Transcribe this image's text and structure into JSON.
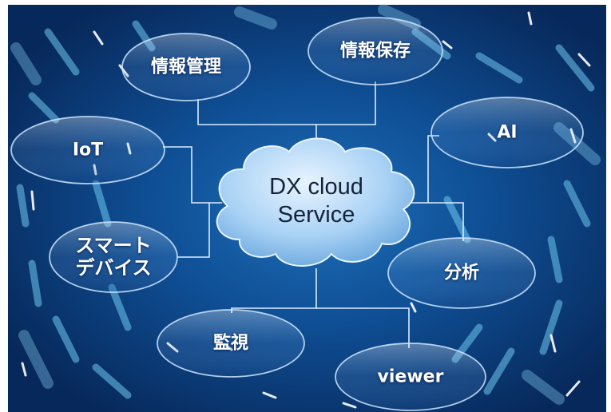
{
  "diagram": {
    "center": {
      "line1": "DX cloud",
      "line2": "Service"
    },
    "nodes": {
      "joho_kanri": "情報管理",
      "joho_hozon": "情報保存",
      "iot": "IoT",
      "ai": "AI",
      "smart_line1": "スマート",
      "smart_line2": "デバイス",
      "bunseki": "分析",
      "kanshi": "監視",
      "viewer": "viewer"
    }
  }
}
